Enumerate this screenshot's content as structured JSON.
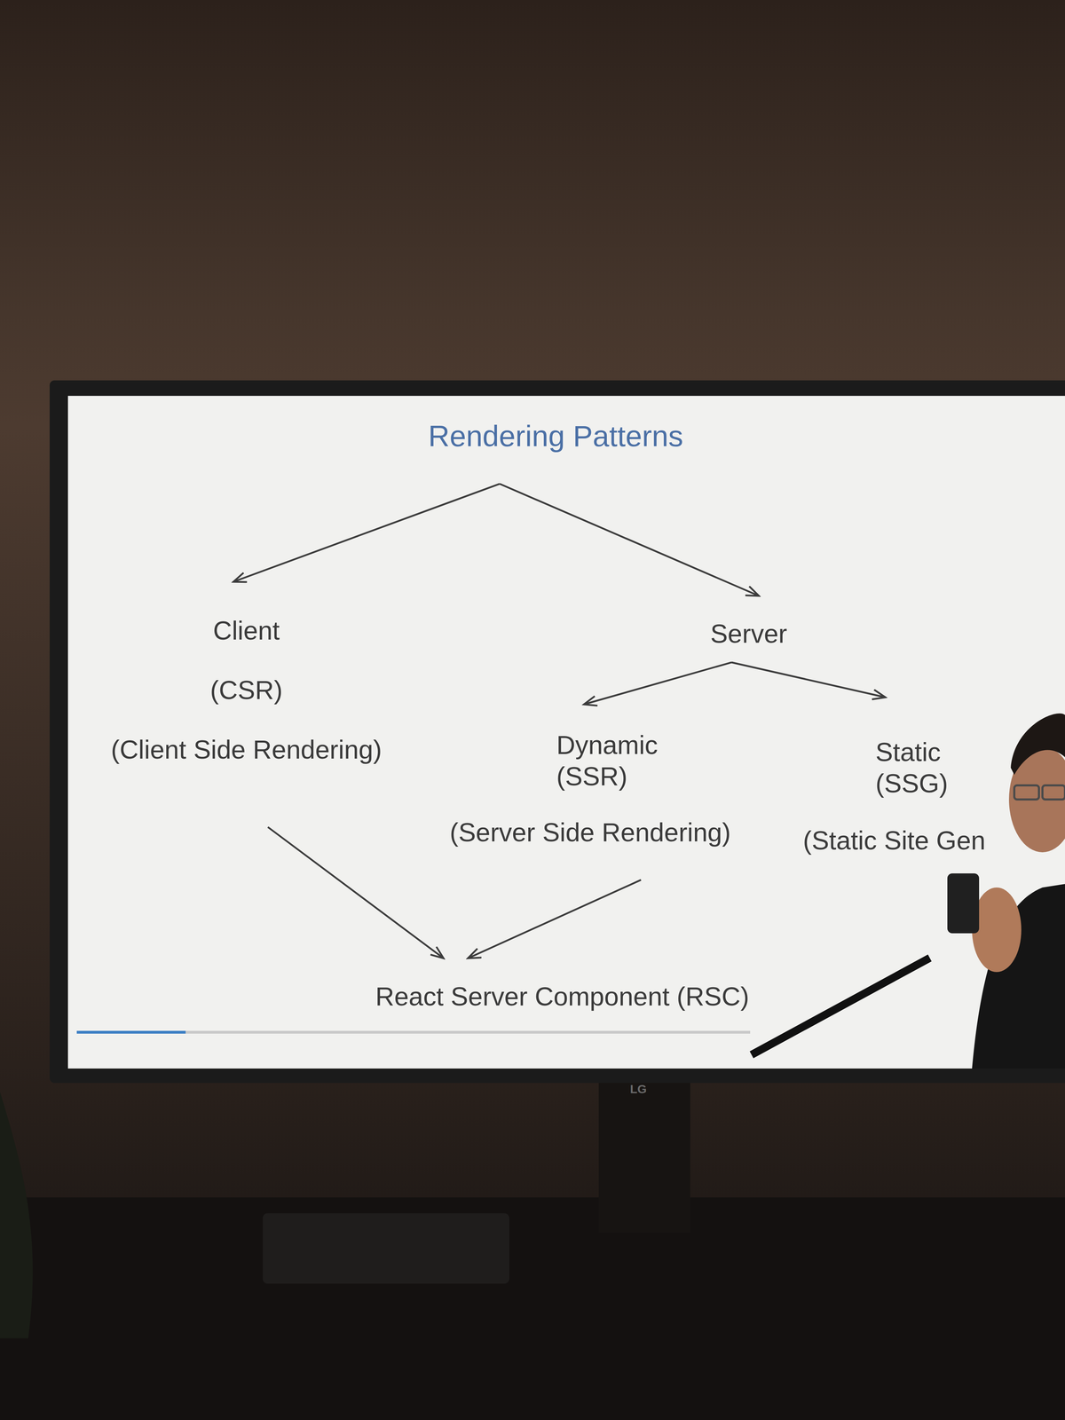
{
  "diagram": {
    "nodes": [
      {
        "text": [
          "Rendering Patterns"
        ]
      },
      {
        "text": [
          "Client",
          "(CSR)",
          "(Client Side Rendering)"
        ]
      },
      {
        "text": [
          "Server"
        ]
      },
      {
        "text": [
          "Dynamic (SSR)",
          "(Server Side Rendering)"
        ]
      },
      {
        "text": [
          "Static (SSG)",
          "(Static Site Gen"
        ]
      },
      {
        "text": [
          "React Server Component (RSC)"
        ]
      }
    ],
    "edges": [
      {
        "from": 0,
        "to": 1,
        "arrow": "to"
      },
      {
        "from": 0,
        "to": 2,
        "arrow": "to"
      },
      {
        "from": 2,
        "to": 3,
        "arrow": "to"
      },
      {
        "from": 2,
        "to": 4,
        "arrow": "to"
      },
      {
        "from": 1,
        "to": 5,
        "arrow": "to"
      },
      {
        "from": 3,
        "to": 5,
        "arrow": "to"
      }
    ],
    "labels": [
      "LG"
    ]
  }
}
